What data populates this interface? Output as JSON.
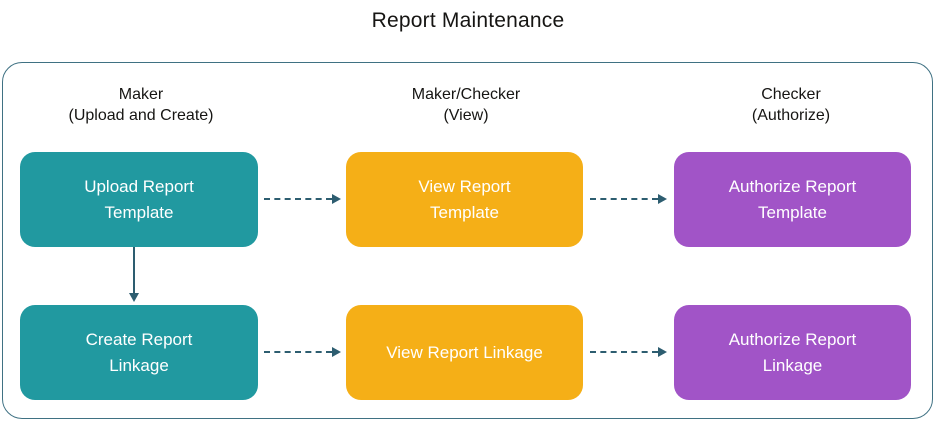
{
  "title": "Report Maintenance",
  "colors": {
    "teal": "#2199a0",
    "amber": "#f5af17",
    "purple": "#a154c7",
    "connector": "#2d5d70",
    "container_border": "#3f7183",
    "node_text": "#ffffff",
    "heading_text": "#161513"
  },
  "diagram": {
    "columns": [
      {
        "role": "Maker",
        "mode": "(Upload and Create)"
      },
      {
        "role": "Maker/Checker",
        "mode": "(View)"
      },
      {
        "role": "Checker",
        "mode": "(Authorize)"
      }
    ],
    "nodes": [
      {
        "id": "upload-report-template",
        "label": "Upload Report\nTemplate",
        "color": "#2199a0",
        "row": 1,
        "col": 1
      },
      {
        "id": "view-report-template",
        "label": "View Report\nTemplate",
        "color": "#f5af17",
        "row": 1,
        "col": 2
      },
      {
        "id": "authorize-report-template",
        "label": "Authorize Report\nTemplate",
        "color": "#a154c7",
        "row": 1,
        "col": 3
      },
      {
        "id": "create-report-linkage",
        "label": "Create Report\nLinkage",
        "color": "#2199a0",
        "row": 2,
        "col": 1
      },
      {
        "id": "view-report-linkage",
        "label": "View Report Linkage",
        "color": "#f5af17",
        "row": 2,
        "col": 2
      },
      {
        "id": "authorize-report-linkage",
        "label": "Authorize Report\nLinkage",
        "color": "#a154c7",
        "row": 2,
        "col": 3
      }
    ],
    "edges": [
      {
        "from": "upload-report-template",
        "to": "view-report-template",
        "style": "dashed"
      },
      {
        "from": "view-report-template",
        "to": "authorize-report-template",
        "style": "dashed"
      },
      {
        "from": "upload-report-template",
        "to": "create-report-linkage",
        "style": "solid"
      },
      {
        "from": "create-report-linkage",
        "to": "view-report-linkage",
        "style": "dashed"
      },
      {
        "from": "view-report-linkage",
        "to": "authorize-report-linkage",
        "style": "dashed"
      }
    ]
  }
}
